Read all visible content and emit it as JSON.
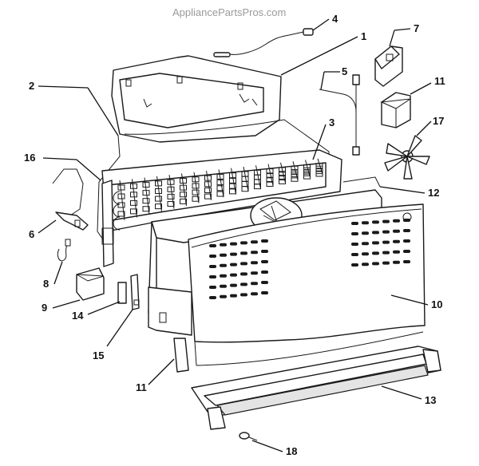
{
  "watermark": "AppliancePartsPros.com",
  "callouts": [
    {
      "id": "c1",
      "label": "1"
    },
    {
      "id": "c2",
      "label": "2"
    },
    {
      "id": "c3",
      "label": "3"
    },
    {
      "id": "c4",
      "label": "4"
    },
    {
      "id": "c5",
      "label": "5"
    },
    {
      "id": "c6",
      "label": "6"
    },
    {
      "id": "c7",
      "label": "7"
    },
    {
      "id": "c8",
      "label": "8"
    },
    {
      "id": "c9",
      "label": "9"
    },
    {
      "id": "c10",
      "label": "10"
    },
    {
      "id": "c11a",
      "label": "11"
    },
    {
      "id": "c11b",
      "label": "11"
    },
    {
      "id": "c12",
      "label": "12"
    },
    {
      "id": "c13",
      "label": "13"
    },
    {
      "id": "c14",
      "label": "14"
    },
    {
      "id": "c15",
      "label": "15"
    },
    {
      "id": "c16",
      "label": "16"
    },
    {
      "id": "c17",
      "label": "17"
    },
    {
      "id": "c18",
      "label": "18"
    }
  ]
}
